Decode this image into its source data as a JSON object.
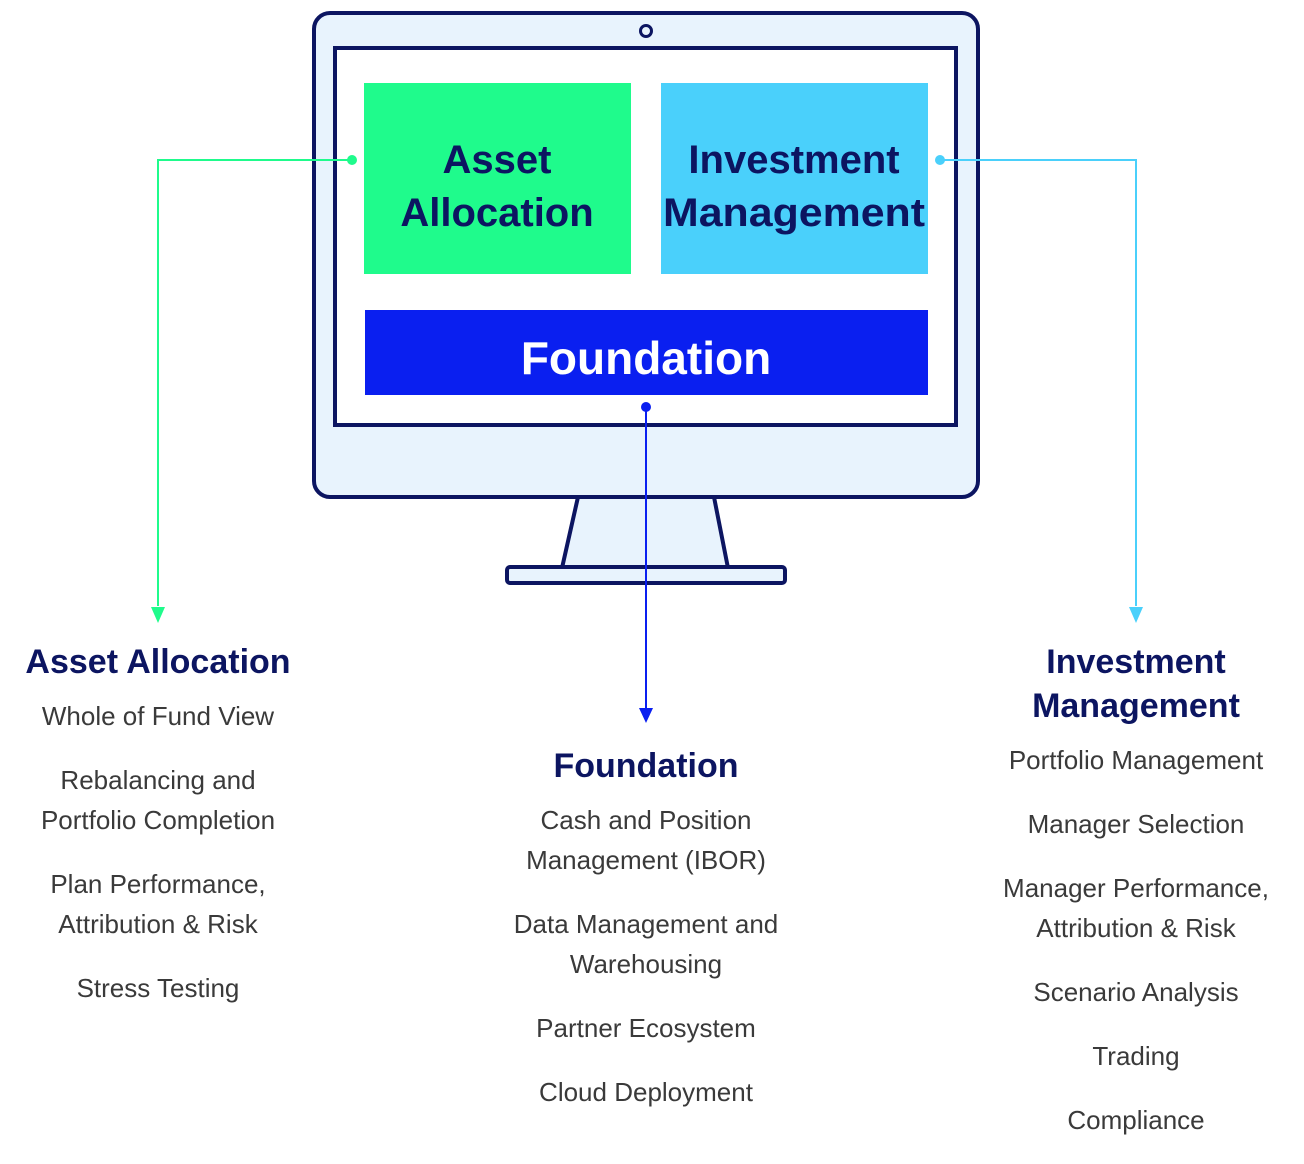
{
  "colors": {
    "asset_green": "#1ffb8c",
    "investment_cyan": "#4ad0fb",
    "foundation_blue": "#0a1ff0",
    "navy": "#0c1561",
    "screen_bg": "#e8f3fd",
    "item_text": "#3a3a3a"
  },
  "monitor": {
    "asset_box": {
      "line1": "Asset",
      "line2": "Allocation"
    },
    "investment_box": {
      "line1": "Investment",
      "line2": "Management"
    },
    "foundation_bar": "Foundation"
  },
  "columns": {
    "asset": {
      "title": "Asset Allocation",
      "items": [
        "Whole of Fund View",
        "Rebalancing and\nPortfolio Completion",
        "Plan Performance,\nAttribution & Risk",
        "Stress Testing"
      ]
    },
    "foundation": {
      "title": "Foundation",
      "items": [
        "Cash and Position\nManagement (IBOR)",
        "Data Management and\nWarehousing",
        "Partner Ecosystem",
        "Cloud Deployment"
      ]
    },
    "investment": {
      "title": "Investment\nManagement",
      "items": [
        "Portfolio Management",
        "Manager Selection",
        "Manager Performance,\nAttribution & Risk",
        "Scenario Analysis",
        "Trading",
        "Compliance"
      ]
    }
  }
}
